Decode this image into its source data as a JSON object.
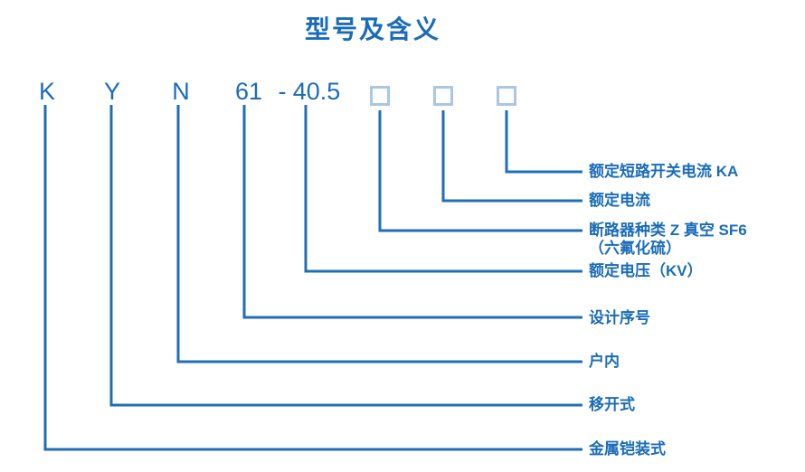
{
  "title": "型号及含义",
  "colors": {
    "accent_line": "#1f6eb8",
    "text_blue": "#1a6cb8",
    "box_border": "#a9c6e2",
    "background": "#ffffff"
  },
  "model_code": {
    "segments": [
      "K",
      "Y",
      "N",
      "61",
      "-",
      "40.5"
    ],
    "placeholder_boxes": 3
  },
  "labels": [
    {
      "text": "额定短路开关电流 KA",
      "maps_to": "placeholder-box-3"
    },
    {
      "text": "额定电流",
      "maps_to": "placeholder-box-2"
    },
    {
      "text": "断路器种类 Z 真空 SF6",
      "sub": "（六氟化硫）",
      "maps_to": "placeholder-box-1"
    },
    {
      "text": "额定电压（KV）",
      "maps_to": "40.5"
    },
    {
      "text": "设计序号",
      "maps_to": "61"
    },
    {
      "text": "户内",
      "maps_to": "N"
    },
    {
      "text": "移开式",
      "maps_to": "Y"
    },
    {
      "text": "金属铠装式",
      "maps_to": "K"
    }
  ]
}
